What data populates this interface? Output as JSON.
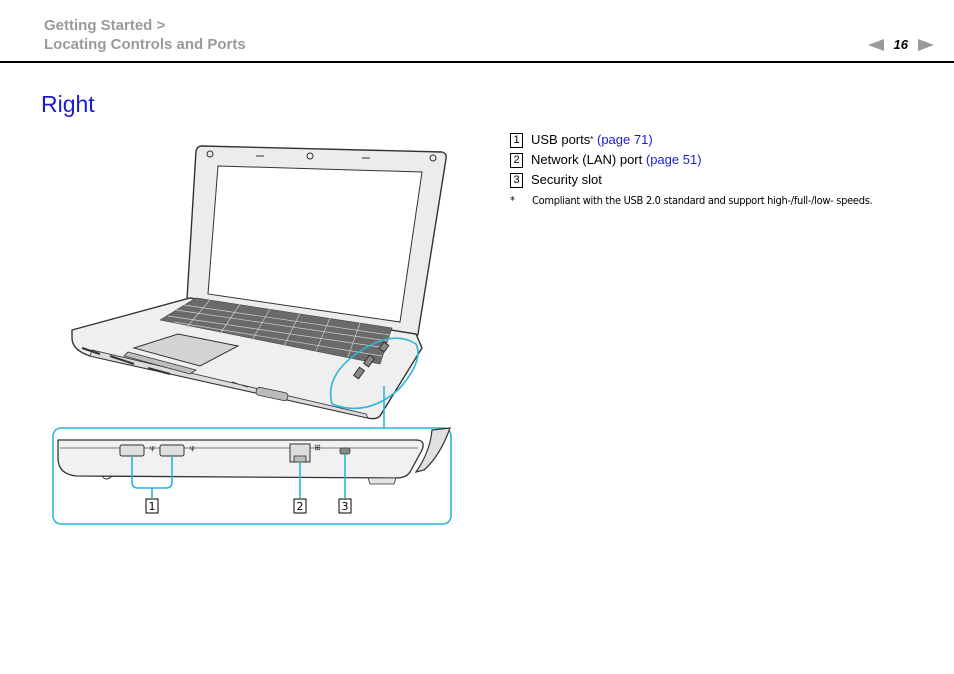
{
  "header": {
    "breadcrumb_line1": "Getting Started >",
    "breadcrumb_line2": "Locating Controls and Ports",
    "page_number": "16"
  },
  "section": {
    "title": "Right"
  },
  "callouts": [
    "1",
    "2",
    "3"
  ],
  "items": [
    {
      "num": "1",
      "text": "USB ports",
      "sup": "*",
      "link": "(page 71)"
    },
    {
      "num": "2",
      "text": "Network (LAN) port",
      "link": "(page 51)"
    },
    {
      "num": "3",
      "text": "Security slot"
    }
  ],
  "footnote": {
    "mark": "*",
    "text": "Compliant with the USB 2.0 standard and support high-/full-/low- speeds."
  },
  "colors": {
    "accent": "#1b1bd6",
    "callout_frame": "#29b8d8",
    "muted": "#9a9a9a"
  }
}
